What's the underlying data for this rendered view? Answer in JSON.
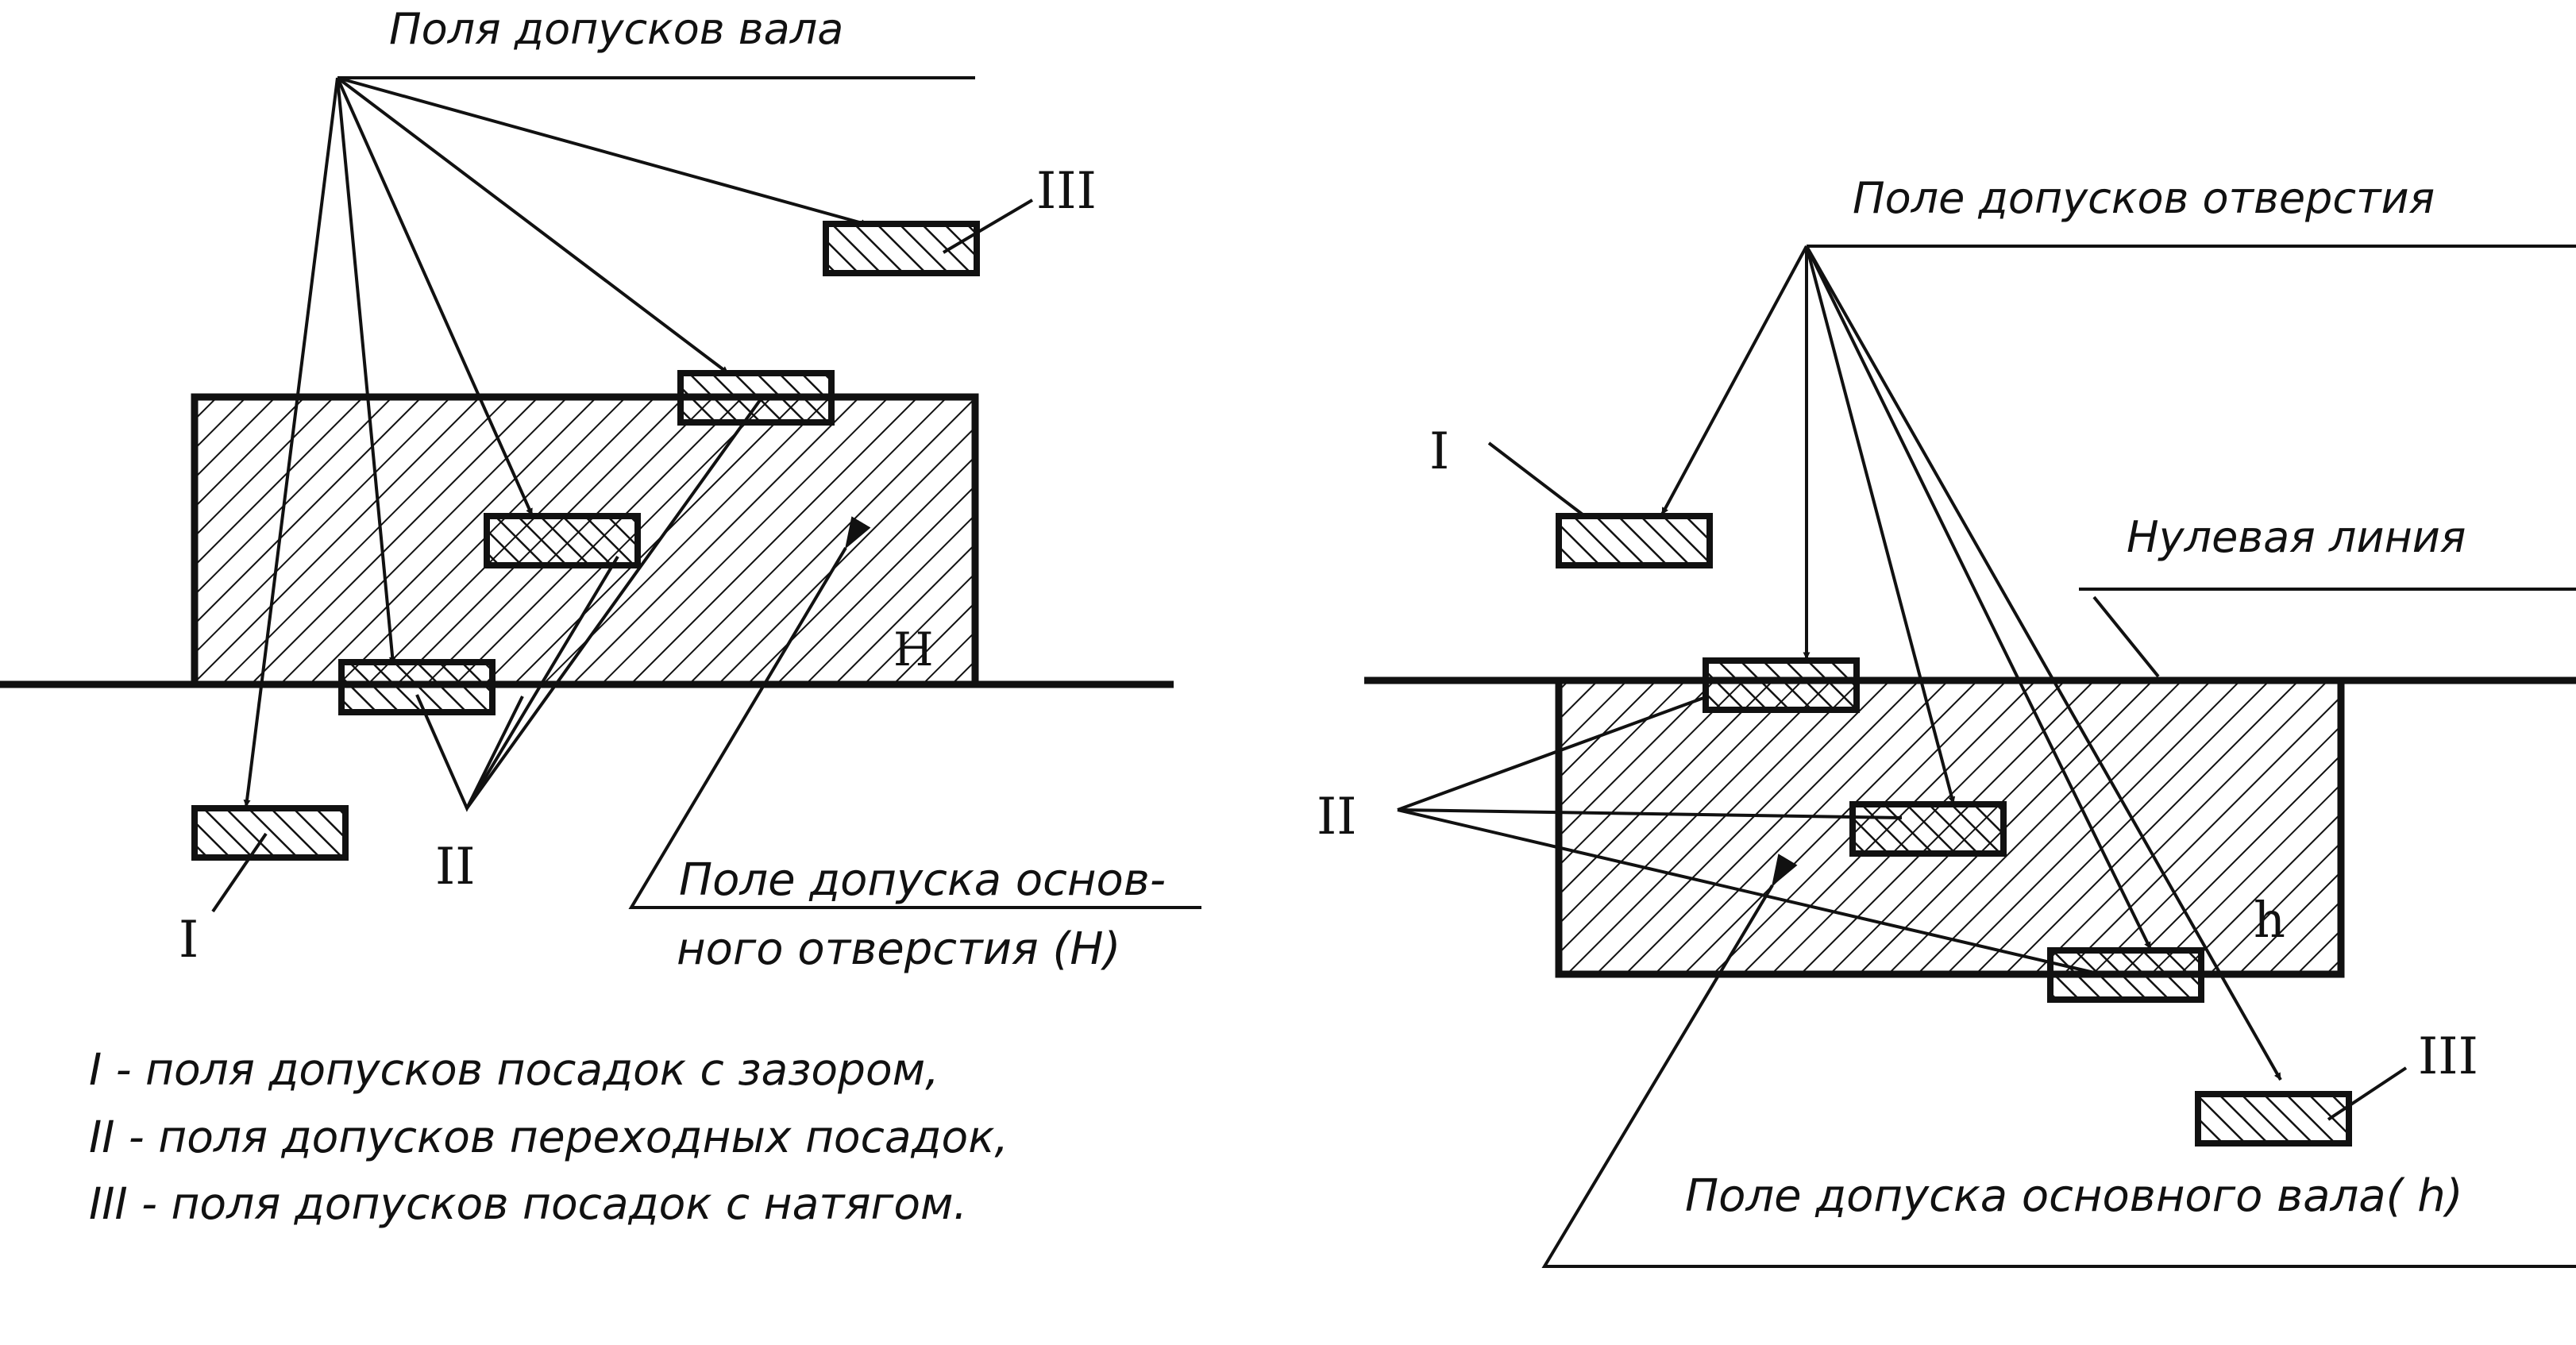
{
  "shaft_scheme": {
    "title": "Поля допусков вала",
    "main_field_letter": "H",
    "main_field_label_line1": "Поле допуска основ-",
    "main_field_label_line2": "ного отверстия (Н)",
    "roman_I": "I",
    "roman_II": "II",
    "roman_III": "III"
  },
  "hole_scheme": {
    "title": "Поле допусков отверстия",
    "zero_line_label": "Нулевая линия",
    "main_field_letter": "h",
    "main_field_label": "Поле допуска основного вала( h)",
    "roman_I": "I",
    "roman_II": "II",
    "roman_III": "III"
  },
  "legend": [
    "I - поля допусков посадок с зазором,",
    "II - поля допусков переходных посадок,",
    "III - поля допусков посадок с натягом."
  ],
  "colors": {
    "ink": "#111111",
    "paper": "#ffffff"
  }
}
